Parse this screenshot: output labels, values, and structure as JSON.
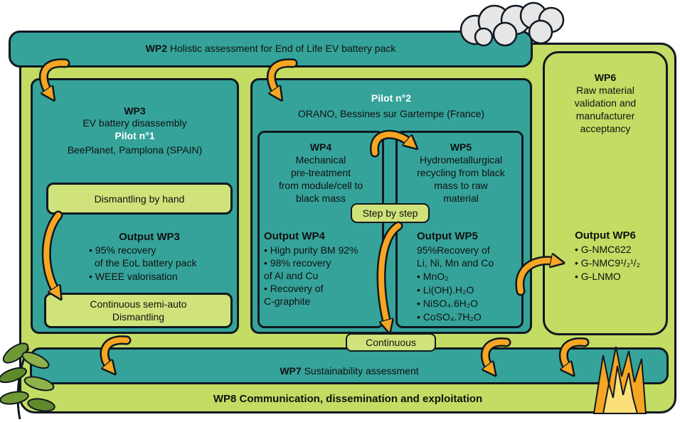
{
  "wp2": {
    "code": "WP2",
    "title": "Holistic assessment for End of Life EV battery pack"
  },
  "wp3": {
    "code": "WP3",
    "title": "EV battery  disassembly",
    "pilot": "Pilot n°1",
    "location": "BeePlanet, Pamplona (SPAIN)",
    "step1": "Dismantling by hand",
    "output_title": "Output WP3",
    "outputs": [
      "• 95% recovery",
      "of the EoL battery pack",
      "• WEEE valorisation"
    ],
    "step2_line1": "Continuous semi-auto",
    "step2_line2": "Dismantling"
  },
  "pilot2": {
    "pilot": "Pilot n°2",
    "location": "ORANO, Bessines sur Gartempe (France)"
  },
  "wp4": {
    "code": "WP4",
    "lines": [
      "Mechanical",
      "pre-treatment",
      "from module/cell to",
      "black mass"
    ],
    "output_title": "Output WP4",
    "outputs": [
      "• High purity BM 92%",
      "• 98% recovery",
      "of Al and Cu",
      "• Recovery of",
      "C-graphite"
    ]
  },
  "wp5": {
    "code": "WP5",
    "lines": [
      "Hydrometallurgical",
      "recycling from black",
      "mass to raw",
      "material"
    ],
    "output_title": "Output WP5",
    "outputs": [
      "95%Recovery of",
      "Li, Ni, Mn and Co",
      "• MnO₂",
      "• Li(OH).H₂O",
      "• NiSO₄.6H₂O",
      "• CoSO₄.7H₂O"
    ]
  },
  "step_by_step": "Step by step",
  "continuous": "Continuous",
  "wp6": {
    "code": "WP6",
    "lines": [
      "Raw material",
      "validation and",
      "manufacturer",
      "acceptancy"
    ],
    "output_title": "Output WP6",
    "outputs": [
      "• G-NMC622",
      "• G-NMC9¹/₂¹/₂",
      "• G-LNMO"
    ]
  },
  "wp7": {
    "code": "WP7",
    "title": "Sustainability assessment"
  },
  "wp8": {
    "title": "WP8 Communication, dissemination and exploitation"
  },
  "colors": {
    "lime": "#c3dc63",
    "teal": "#35a39a",
    "pale": "#cfe37a",
    "arrow": "#f6a623",
    "outline": "#101820"
  }
}
